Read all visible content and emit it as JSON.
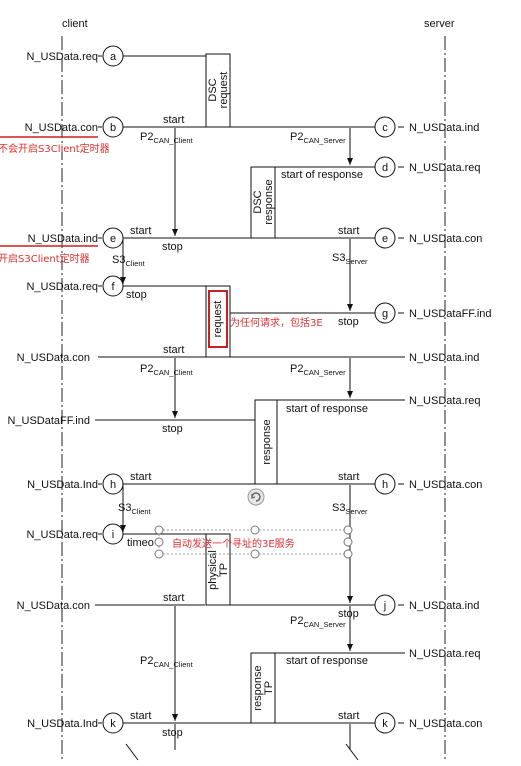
{
  "headers": {
    "client": "client",
    "server": "server"
  },
  "circles": [
    "a",
    "b",
    "c",
    "d",
    "e",
    "e",
    "f",
    "g",
    "h",
    "h",
    "i",
    "j",
    "k",
    "k"
  ],
  "client_labels": {
    "a": "N_USData.req",
    "b": "N_USData.con",
    "e": "N_USData.ind",
    "f": "N_USData.req",
    "con2": "N_USData.con",
    "ffind": "N_USDataFF.ind",
    "h": "N_USData.Ind",
    "i": "N_USData.req",
    "con3": "N_USData.con",
    "k": "N_USData.Ind"
  },
  "server_labels": {
    "c": "N_USData.ind",
    "d": "N_USData.req",
    "e": "N_USData.con",
    "g": "N_USDataFF.ind",
    "ind2": "N_USData.ind",
    "req2": "N_USData.req",
    "h": "N_USData.con",
    "j": "N_USData.ind",
    "req3": "N_USData.req",
    "k": "N_USData.con"
  },
  "boxes": {
    "dsc_request": "DSC request",
    "dsc_response": "DSC response",
    "request": "request",
    "response": "response",
    "physical_tp": "physical TP",
    "response_tp": "response TP"
  },
  "timer": {
    "start": "start",
    "stop": "stop",
    "start_of_response": "start of response",
    "timeo": "timeo",
    "P2": "P2",
    "P2_client_sub": "CAN_Client",
    "P2_server_sub": "CAN_Server",
    "S3": "S3",
    "S3_client_sub": "Client",
    "S3_server_sub": "Server"
  },
  "annotations": {
    "not_start_s3": "不会开启S3Client定时器",
    "start_s3": "开启S3Client定时器",
    "any_request": "为任何请求，包括3E",
    "auto_send": "自动发送一个寻址的3E服务"
  }
}
